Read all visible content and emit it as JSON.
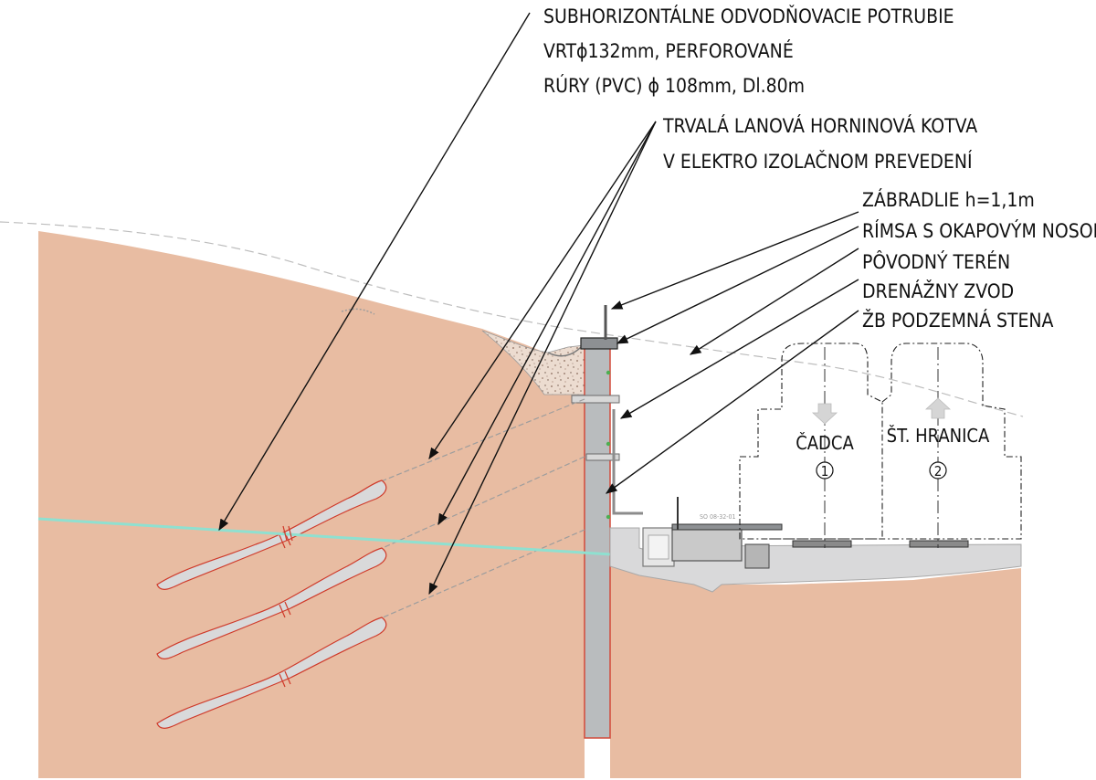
{
  "annotations": {
    "drainage_line1": "SUBHORIZONTÁLNE ODVODŇOVACIE POTRUBIE",
    "drainage_line2": "VRTϕ132mm,  PERFOROVANÉ",
    "drainage_line3": "RÚRY (PVC) ϕ 108mm, Dl.80m",
    "anchor_line1": "TRVALÁ LANOVÁ HORNINOVÁ KOTVA",
    "anchor_line2": "V ELEKTRO IZOLAČNOM PREVEDENÍ",
    "railing": "ZÁBRADLIE h=1,1m",
    "cornice": "RÍMSA S OKAPOVÝM NOSOM",
    "original_terrain": "PÔVODNÝ TERÉN",
    "drain_outlet": "DRENÁŽNY ZVOD",
    "diaphragm_wall": "ŽB PODZEMNÁ STENA"
  },
  "tracks": [
    {
      "name": "ČADCA",
      "number": "1",
      "direction": "down"
    },
    {
      "name": "ŠT. HRANICA",
      "number": "2",
      "direction": "up"
    }
  ],
  "drawing_code": "SO 08-32-01",
  "colors": {
    "soil": "#e8bca2",
    "wall": "#b9bcbe",
    "wall_outline": "#d24a3a",
    "drain_pipe": "#8fe0d0",
    "anchor_body": "#d9d9da",
    "anchor_outline": "#cf3a2a",
    "gravel": "#ead8cc",
    "track_bed": "#d9d9da",
    "terrain_line": "#bdbdbd",
    "leader": "#111111"
  }
}
